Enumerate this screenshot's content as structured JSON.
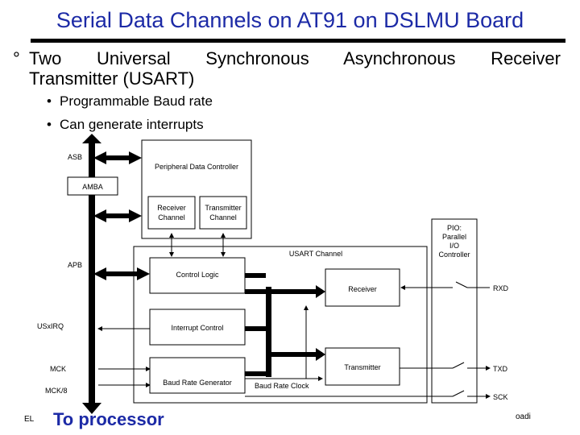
{
  "slide": {
    "title": "Serial Data Channels on AT91 on DSLMU Board",
    "bullet_symbol": "°",
    "main_line1": "Two Universal Synchronous Asynchronous Receiver",
    "main_line2": "Transmitter (USART)",
    "sub_bullet_symbol": "•",
    "sub_bullets": [
      "Programmable Baud rate",
      "Can generate interrupts"
    ]
  },
  "diagram": {
    "asb": "ASB",
    "amba": "AMBA",
    "apb": "APB",
    "usxirq": "USxIRQ",
    "mck": "MCK",
    "mck8": "MCK/8",
    "pdc": "Peripheral Data Controller",
    "receiver_channel": [
      "Receiver",
      "Channel"
    ],
    "transmitter_channel": [
      "Transmitter",
      "Channel"
    ],
    "usart_channel": "USART Channel",
    "control_logic": "Control Logic",
    "interrupt_control": "Interrupt Control",
    "baud_rate_generator": "Baud Rate Generator",
    "receiver": "Receiver",
    "transmitter": "Transmitter",
    "baud_rate_clock": "Baud Rate Clock",
    "pio": [
      "PIO:",
      "Parallel",
      "I/O",
      "Controller"
    ],
    "rxd": "RXD",
    "txd": "TXD",
    "sck": "SCK"
  },
  "footer": {
    "left": "EL",
    "processor_label": "To processor",
    "right": "oadi"
  },
  "colors": {
    "title": "#1c2aa6",
    "processor_label": "#1c2aa6"
  }
}
